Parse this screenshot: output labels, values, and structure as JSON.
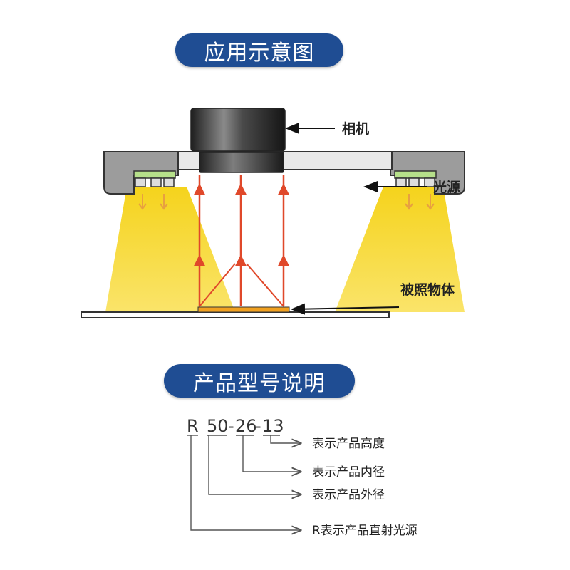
{
  "titles": {
    "application_diagram": "应用示意图",
    "model_description": "产品型号说明"
  },
  "diagram": {
    "labels": {
      "camera": "相机",
      "light_source": "光源",
      "illuminated_object": "被照物体"
    },
    "colors": {
      "light_cone": "#f7d21a",
      "light_ray": "#e0482a",
      "housing": "#9a9a9a",
      "camera_body": "#303030",
      "led": "#b6e08a",
      "object_surface": "#f0a020"
    }
  },
  "model_code": {
    "prefix": "R",
    "outer_diameter": "50",
    "sep1": "-",
    "inner_diameter": "26",
    "sep2": "-",
    "height": "13",
    "descriptions": {
      "height": "表示产品高度",
      "inner_diameter": "表示产品内径",
      "outer_diameter": "表示产品外径",
      "prefix": "R表示产品直射光源"
    }
  }
}
